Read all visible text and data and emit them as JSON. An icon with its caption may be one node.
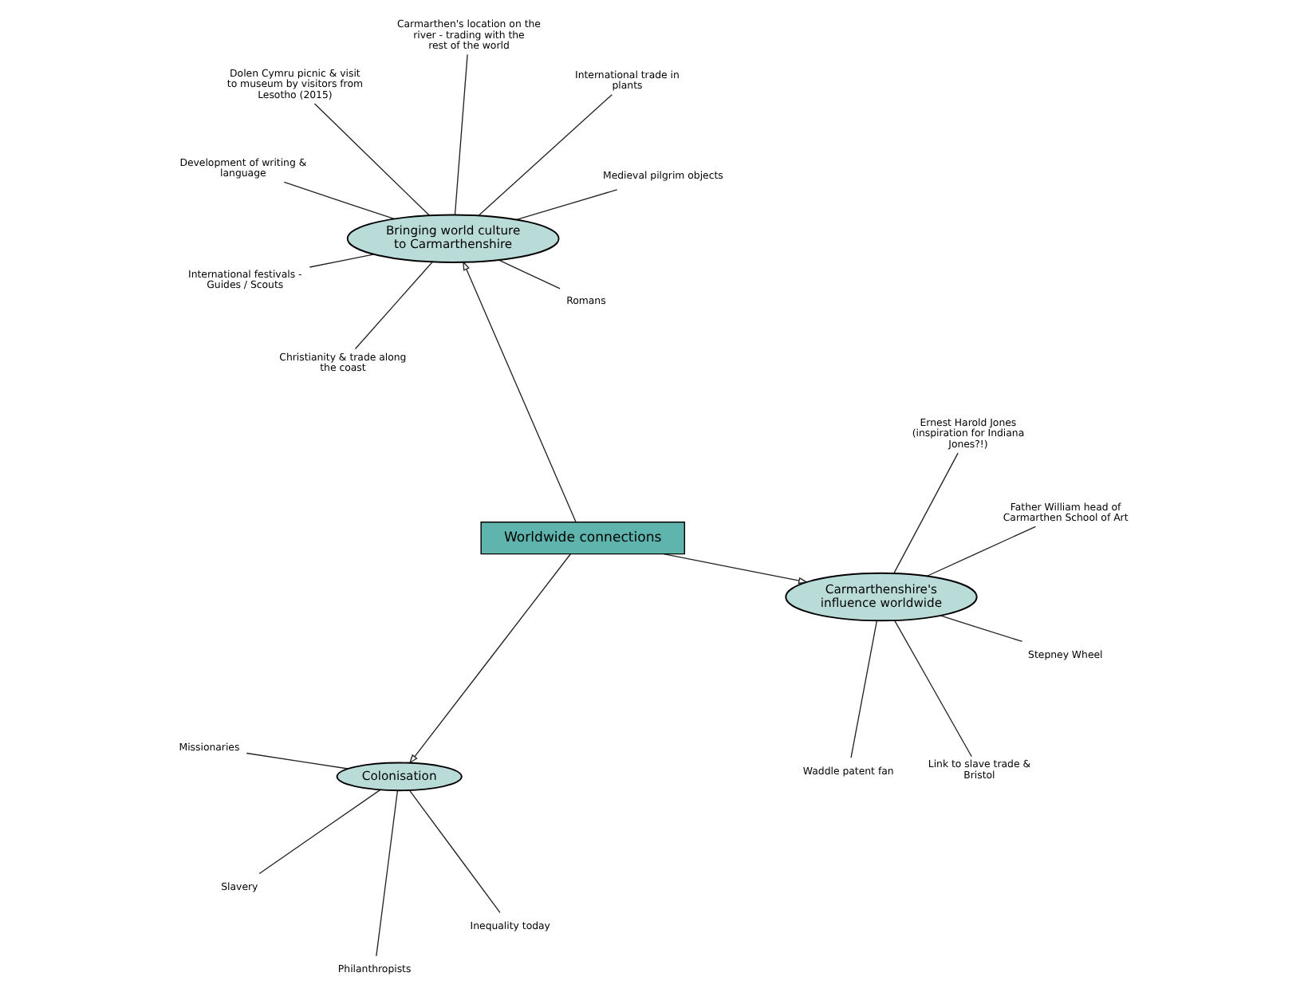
{
  "diagram": {
    "nodes": [
      {
        "text": [
          "Worldwide connections"
        ]
      },
      {
        "text": [
          "Carmarthenshire's influence worldwide"
        ]
      },
      {
        "text": [
          "Colonisation"
        ]
      },
      {
        "text": [
          "Bringing world culture to Carmarthenshire"
        ]
      },
      {
        "text": [
          "Father William head of Carmarthen School of Art"
        ]
      },
      {
        "text": [
          "Ernest Harold Jones (inspiration for Indiana Jones?!)"
        ]
      },
      {
        "text": [
          "Waddle patent fan"
        ]
      },
      {
        "text": [
          "Stepney Wheel"
        ]
      },
      {
        "text": [
          "Link to slave trade & Bristol"
        ]
      },
      {
        "text": [
          "Philanthropists"
        ]
      },
      {
        "text": [
          "Slavery"
        ]
      },
      {
        "text": [
          "Missionaries"
        ]
      },
      {
        "text": [
          "Inequality today"
        ]
      },
      {
        "text": [
          "International trade in plants"
        ]
      },
      {
        "text": [
          "Carmarthen's location on the river - trading with the rest of the world"
        ]
      },
      {
        "text": [
          "Romans"
        ]
      },
      {
        "text": [
          "Medieval pilgrim objects"
        ]
      },
      {
        "text": [
          "Dolen Cymru picnic & visit to museum by visitors from Lesotho (2015)"
        ]
      },
      {
        "text": [
          "International festivals - Guides / Scouts"
        ]
      },
      {
        "text": [
          "Development of writing & language"
        ]
      },
      {
        "text": [
          "Christianity & trade along the coast"
        ]
      }
    ],
    "edges": [
      {
        "from": 0,
        "to": 1,
        "arrow": "to"
      },
      {
        "from": 0,
        "to": 2,
        "arrow": "to"
      },
      {
        "from": 0,
        "to": 3,
        "arrow": "to"
      },
      {
        "from": 1,
        "to": 4,
        "arrow": "none"
      },
      {
        "from": 1,
        "to": 5,
        "arrow": "none"
      },
      {
        "from": 1,
        "to": 6,
        "arrow": "none"
      },
      {
        "from": 1,
        "to": 7,
        "arrow": "none"
      },
      {
        "from": 1,
        "to": 8,
        "arrow": "none"
      },
      {
        "from": 2,
        "to": 9,
        "arrow": "none"
      },
      {
        "from": 2,
        "to": 10,
        "arrow": "none"
      },
      {
        "from": 2,
        "to": 11,
        "arrow": "none"
      },
      {
        "from": 2,
        "to": 12,
        "arrow": "none"
      },
      {
        "from": 3,
        "to": 13,
        "arrow": "none"
      },
      {
        "from": 3,
        "to": 14,
        "arrow": "none"
      },
      {
        "from": 3,
        "to": 15,
        "arrow": "none"
      },
      {
        "from": 3,
        "to": 16,
        "arrow": "none"
      },
      {
        "from": 3,
        "to": 17,
        "arrow": "none"
      },
      {
        "from": 3,
        "to": 18,
        "arrow": "none"
      },
      {
        "from": 3,
        "to": 19,
        "arrow": "none"
      },
      {
        "from": 3,
        "to": 20,
        "arrow": "none"
      }
    ]
  }
}
